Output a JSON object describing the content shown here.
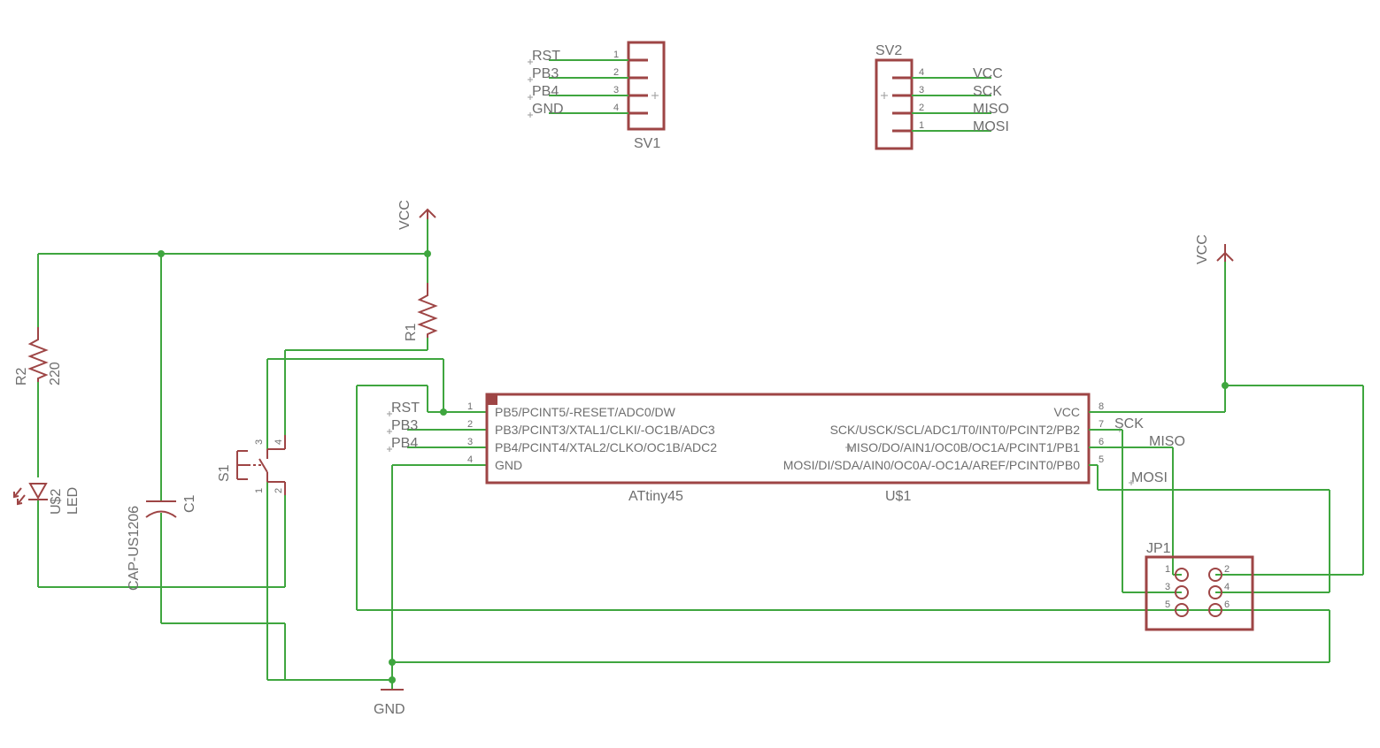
{
  "sv1": {
    "name": "SV1",
    "pins": [
      {
        "num": "1",
        "net": "RST"
      },
      {
        "num": "2",
        "net": "PB3"
      },
      {
        "num": "3",
        "net": "PB4"
      },
      {
        "num": "4",
        "net": "GND"
      }
    ]
  },
  "sv2": {
    "name": "SV2",
    "pins": [
      {
        "num": "4",
        "net": "VCC"
      },
      {
        "num": "3",
        "net": "SCK"
      },
      {
        "num": "2",
        "net": "MISO"
      },
      {
        "num": "1",
        "net": "MOSI"
      }
    ]
  },
  "power": {
    "vcc_left": "VCC",
    "vcc_right": "VCC",
    "gnd": "GND"
  },
  "r1": {
    "name": "R1"
  },
  "r2": {
    "name": "R2",
    "value": "220"
  },
  "led": {
    "name": "U$2",
    "value": "LED"
  },
  "c1": {
    "name": "C1",
    "value": "CAP-US1206"
  },
  "s1": {
    "name": "S1",
    "pins": [
      "1",
      "2",
      "3",
      "4"
    ]
  },
  "mcu": {
    "name": "U$1",
    "value": "ATtiny45",
    "left_pins": [
      {
        "num": "1",
        "label": "PB5/PCINT5/-RESET/ADC0/DW",
        "net": "RST"
      },
      {
        "num": "2",
        "label": "PB3/PCINT3/XTAL1/CLKI/-OC1B/ADC3",
        "net": "PB3"
      },
      {
        "num": "3",
        "label": "PB4/PCINT4/XTAL2/CLKO/OC1B/ADC2",
        "net": "PB4"
      },
      {
        "num": "4",
        "label": "GND",
        "net": ""
      }
    ],
    "right_pins": [
      {
        "num": "8",
        "label": "VCC",
        "net": ""
      },
      {
        "num": "7",
        "label": "SCK/USCK/SCL/ADC1/T0/INT0/PCINT2/PB2",
        "net": "SCK"
      },
      {
        "num": "6",
        "label": "MISO/DO/AIN1/OC0B/OC1A/PCINT1/PB1",
        "net": "MISO"
      },
      {
        "num": "5",
        "label": "MOSI/DI/SDA/AIN0/OC0A/-OC1A/AREF/PCINT0/PB0",
        "net": "MOSI"
      }
    ]
  },
  "jp1": {
    "name": "JP1",
    "pins": [
      "1",
      "2",
      "3",
      "4",
      "5",
      "6"
    ]
  }
}
